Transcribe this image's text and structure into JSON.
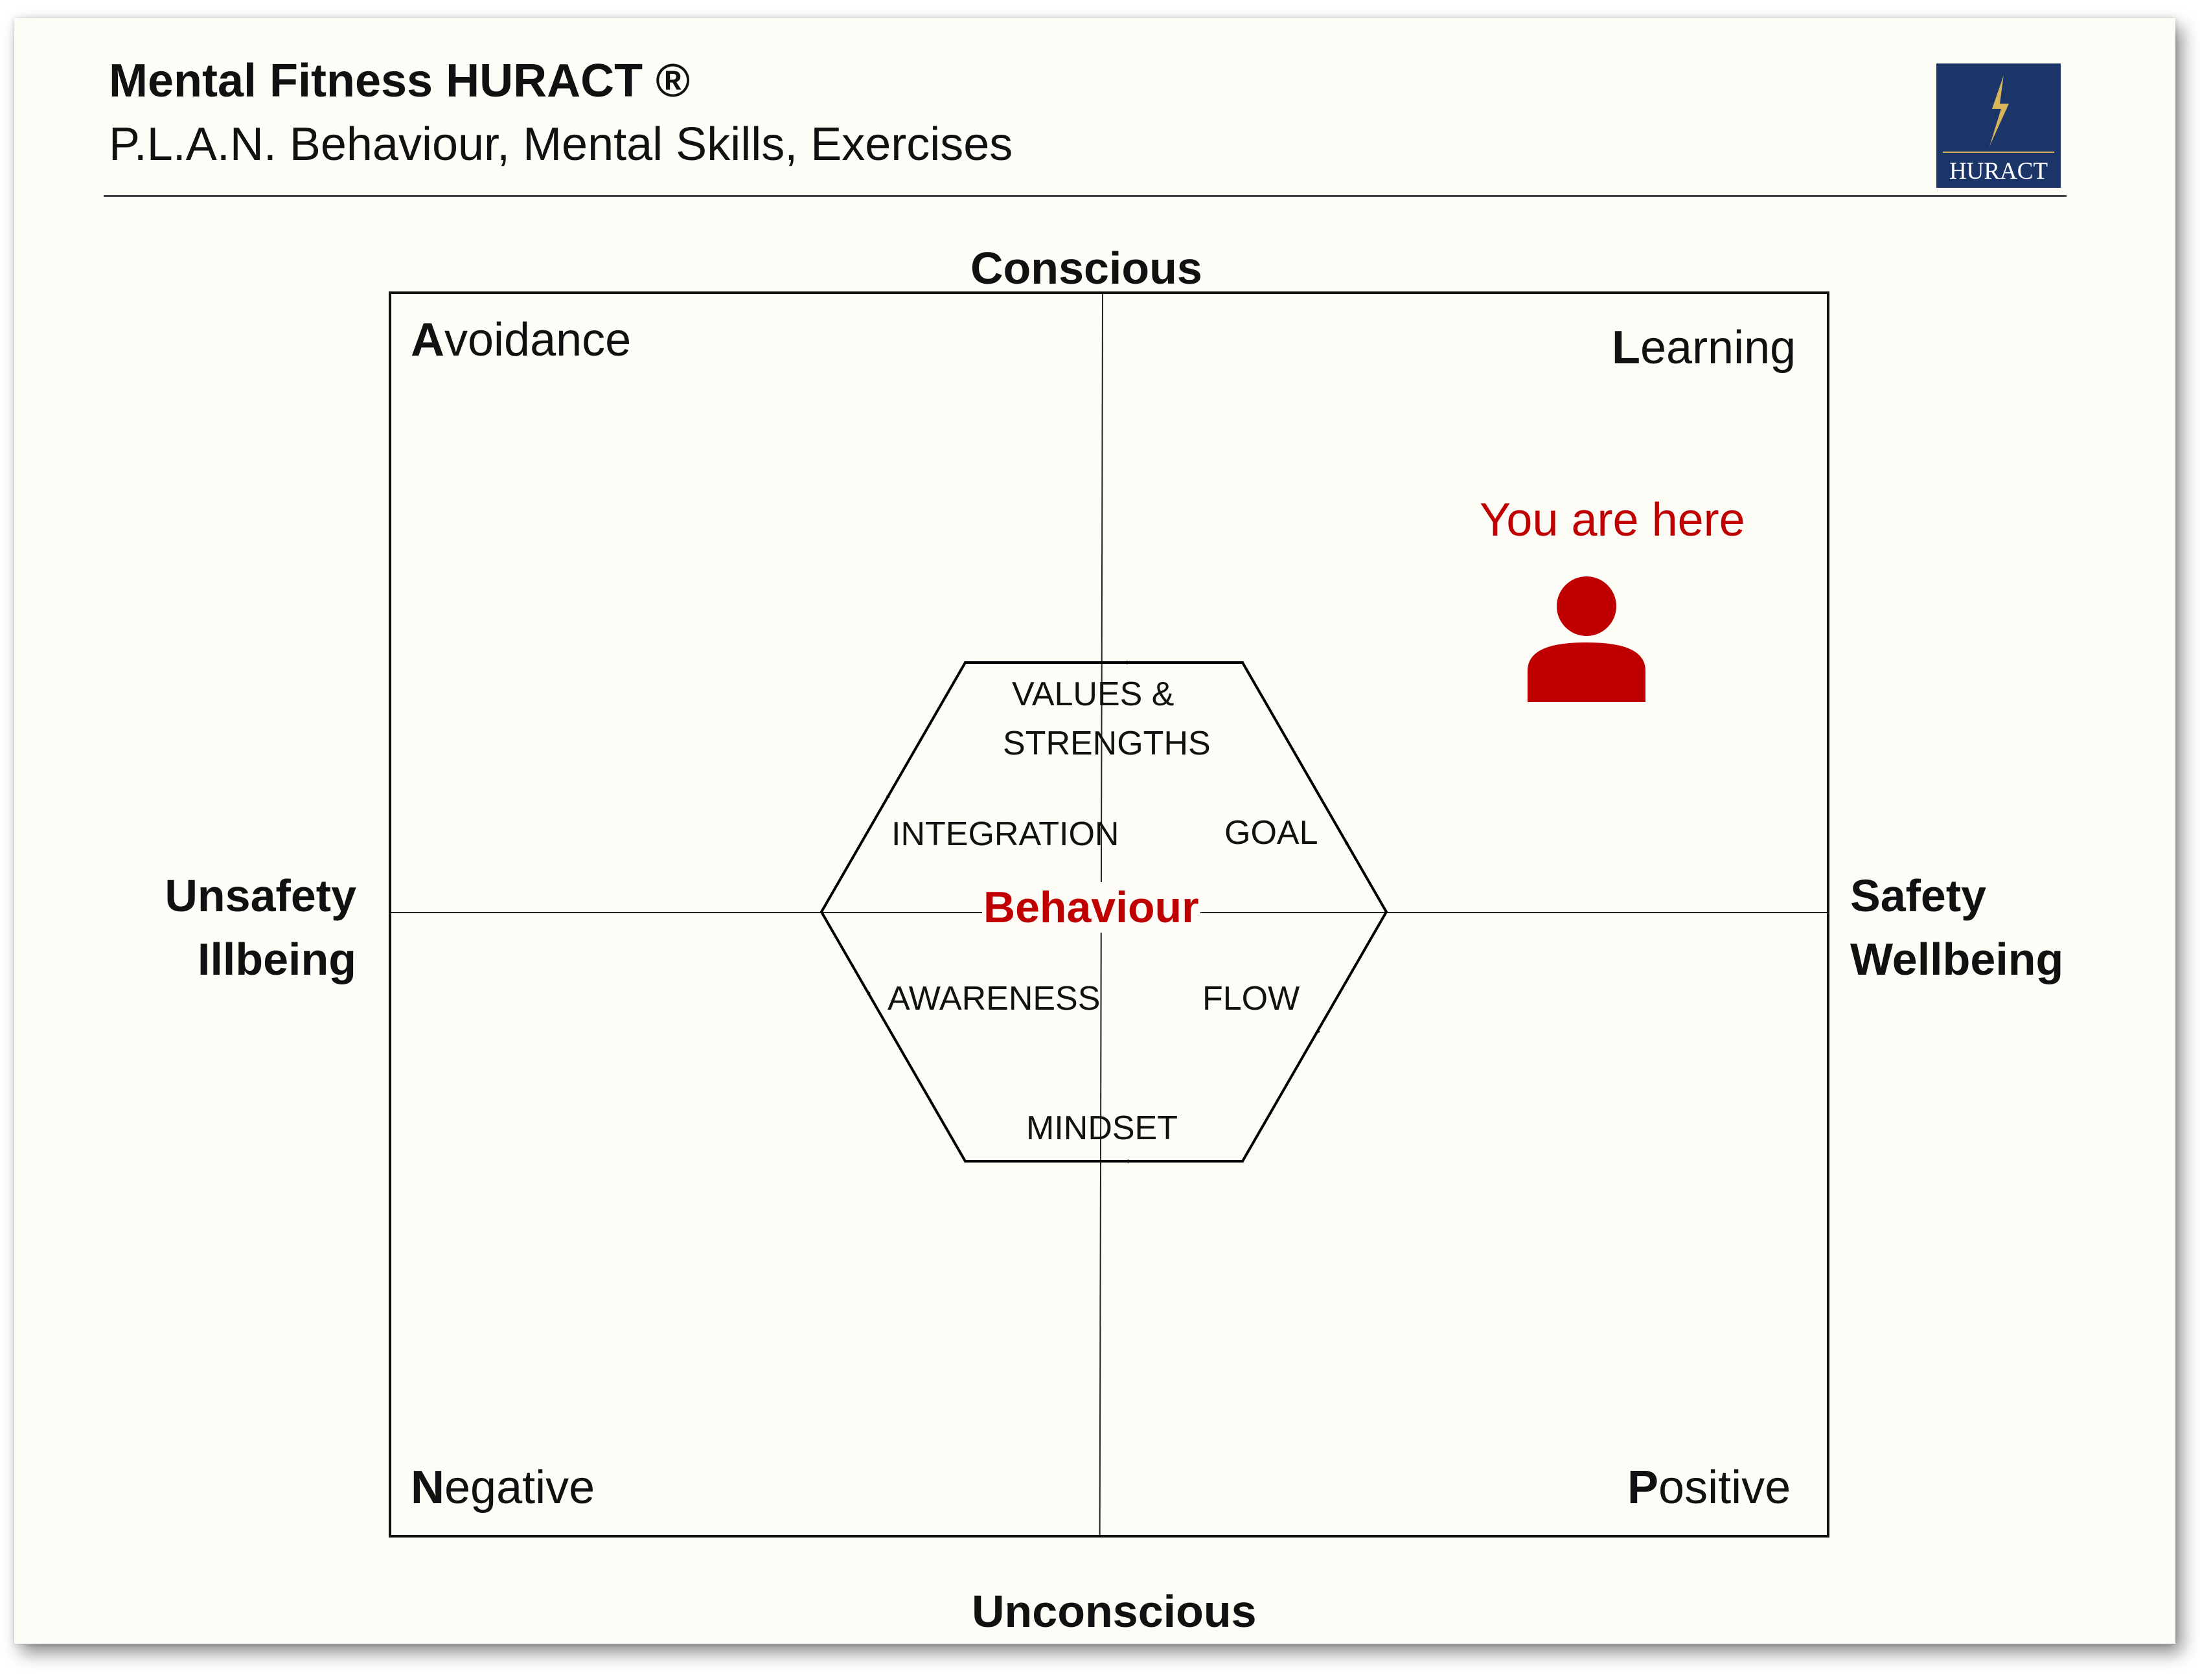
{
  "header": {
    "title": "Mental Fitness HURACT ®",
    "subtitle": "P.L.A.N. Behaviour, Mental Skills, Exercises",
    "logo_text": "HURACT"
  },
  "axes": {
    "top": "Conscious",
    "bottom": "Unconscious",
    "left_line1": "Unsafety",
    "left_line2": "Illbeing",
    "right_line1": "Safety",
    "right_line2": "Wellbeing"
  },
  "quadrants": {
    "top_left": {
      "initial": "A",
      "rest": "voidance"
    },
    "top_right": {
      "initial": "L",
      "rest": "earning"
    },
    "bottom_left": {
      "initial": "N",
      "rest": "egative"
    },
    "bottom_right": {
      "initial": "P",
      "rest": "ositive"
    }
  },
  "marker": {
    "label": "You are here",
    "icon": "person-icon",
    "color": "#c00000"
  },
  "cycle": {
    "center": "Behaviour",
    "steps": {
      "values_line1": "VALUES  &",
      "values_line2": "STRENGTHS",
      "goal": "GOAL",
      "flow": "FLOW",
      "mindset": "MINDSET",
      "awareness": "AWARENESS",
      "integration": "INTEGRATION"
    }
  },
  "colors": {
    "accent": "#c00000",
    "logo_bg": "#1b3569",
    "background": "#fdfcf6"
  }
}
